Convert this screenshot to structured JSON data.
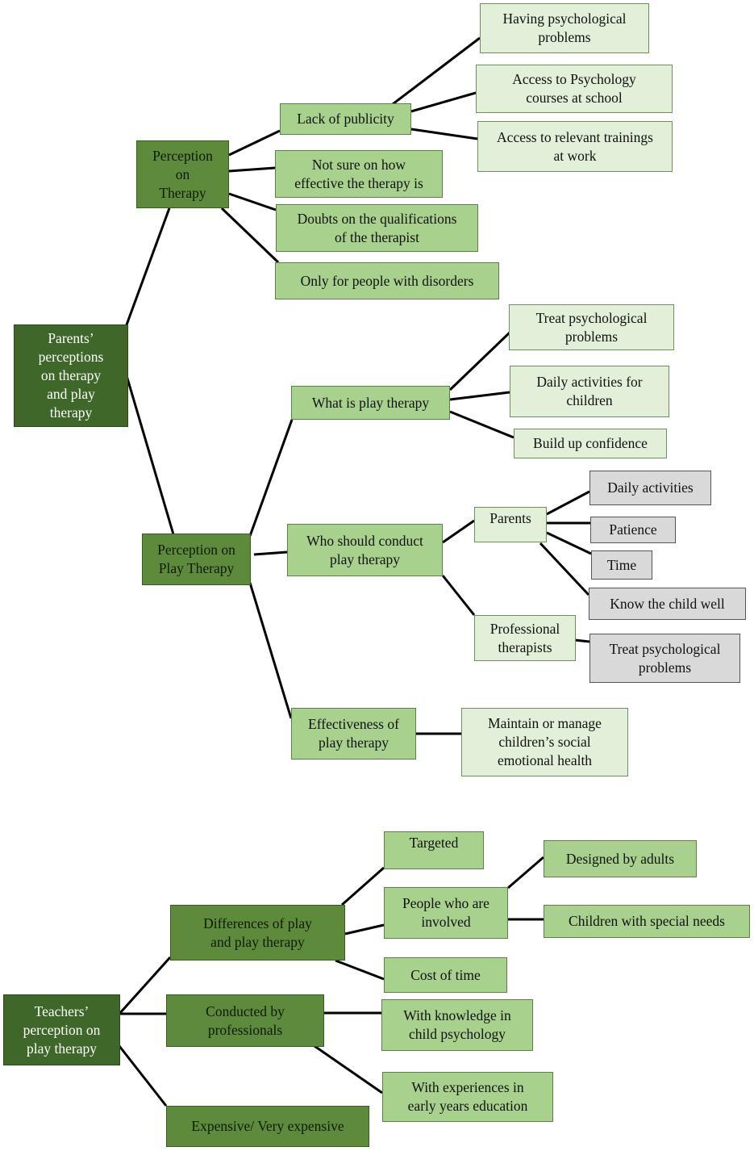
{
  "diagram_1": {
    "root": "Parents’\nperceptions\non therapy\nand play\ntherapy",
    "perception_therapy": {
      "label": "Perception\non\nTherapy",
      "lack_of_publicity": {
        "label": "Lack of publicity",
        "children": [
          "Having psychological\nproblems",
          "Access to Psychology\ncourses at school",
          "Access to relevant trainings\nat work"
        ]
      },
      "not_sure": "Not sure on how\neffective the therapy is",
      "doubts": "Doubts on the qualifications\nof the therapist",
      "only_disorders": "Only for people with disorders"
    },
    "perception_play": {
      "label": "Perception on\nPlay Therapy",
      "what_is": {
        "label": "What is play therapy",
        "children": [
          "Treat psychological\nproblems",
          "Daily activities for\nchildren",
          "Build up confidence"
        ]
      },
      "who_should": {
        "label": "Who should conduct\nplay therapy",
        "parents": {
          "label": "Parents",
          "children": [
            "Daily activities",
            "Patience",
            "Time",
            "Know the child well"
          ]
        },
        "professional": {
          "label": "Professional\ntherapists",
          "child": "Treat psychological\nproblems"
        }
      },
      "effectiveness": {
        "label": "Effectiveness of\nplay therapy",
        "child": "Maintain or manage\nchildren’s social\nemotional health"
      }
    }
  },
  "diagram_2": {
    "root": "Teachers’\nperception on\nplay therapy",
    "differences": {
      "label": "Differences of play\nand play therapy",
      "targeted": "Targeted",
      "people_involved": {
        "label": "People who are\ninvolved",
        "children": [
          "Designed by adults",
          "Children with special needs"
        ]
      },
      "cost_of_time": "Cost of time"
    },
    "conducted": {
      "label": "Conducted by\nprofessionals",
      "children": [
        "With knowledge in\nchild psychology",
        "With experiences in\nearly years education"
      ]
    },
    "expensive": "Expensive/ Very expensive"
  },
  "colors": {
    "root": "#3e6729",
    "level1": "#5e8a3c",
    "level2": "#a9d18e",
    "level3": "#e2efd9",
    "grey": "#d9d9d9",
    "connector": "#000000"
  }
}
